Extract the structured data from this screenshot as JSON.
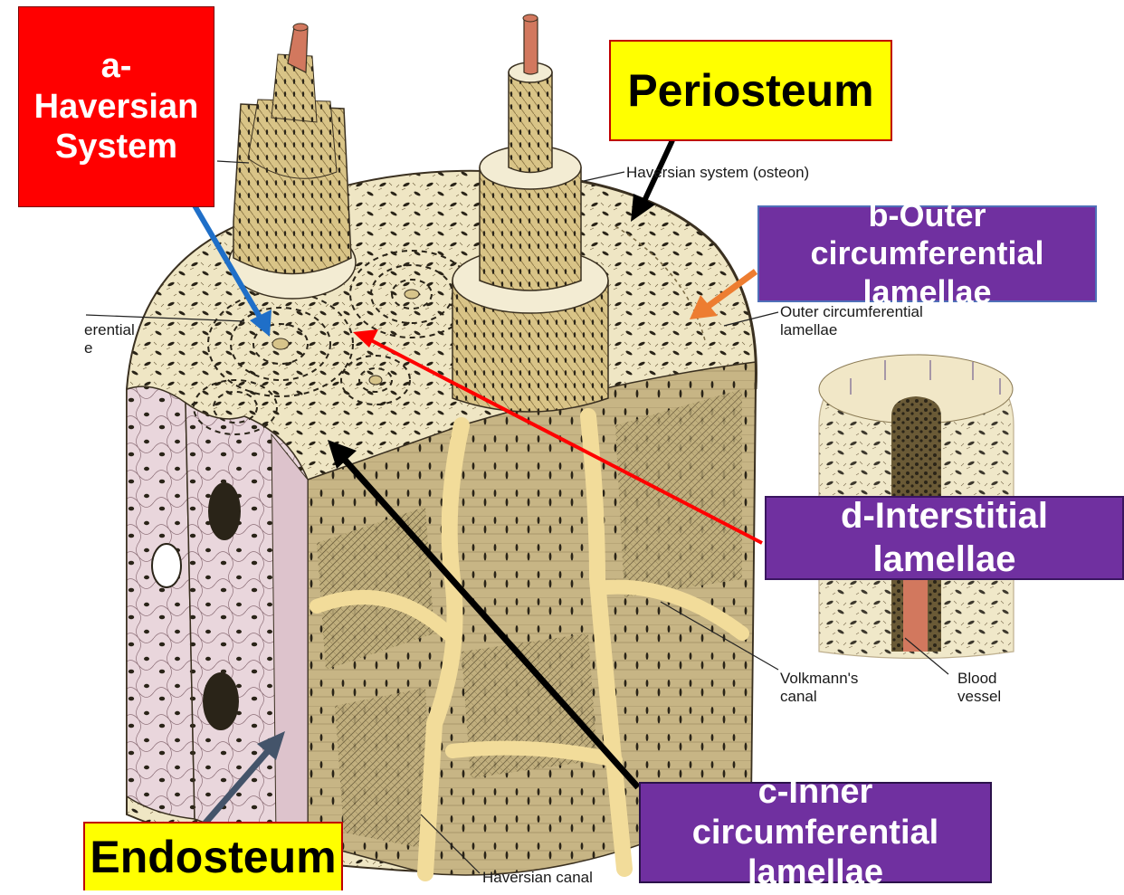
{
  "callouts": {
    "haversian": {
      "line1": "a-Haversian",
      "line2": "System",
      "bg": "#ff0000",
      "fg": "#ffffff"
    },
    "periosteum": {
      "text": "Periosteum",
      "bg": "#ffff00",
      "fg": "#000000"
    },
    "outer": {
      "line1": "b-Outer circumferential",
      "line2": "lamellae",
      "bg": "#7030a0",
      "fg": "#ffffff"
    },
    "interstitial": {
      "text": "d-Interstitial lamellae",
      "bg": "#7030a0",
      "fg": "#ffffff"
    },
    "inner": {
      "line1": "c-Inner circumferential",
      "line2": "lamellae",
      "bg": "#7030a0",
      "fg": "#ffffff"
    },
    "endosteum": {
      "text": "Endosteum",
      "bg": "#ffff00",
      "fg": "#000000"
    }
  },
  "figure_labels": {
    "osteon": "Haversian system (osteon)",
    "outer_line1": "Outer circumferential",
    "outer_line2": "lamellae",
    "left_line1": "erential",
    "left_line2": "e",
    "volkmann_line1": "Volkmann's",
    "volkmann_line2": "canal",
    "blood_line1": "Blood",
    "blood_line2": "vessel",
    "haversian_canal": "Haversian canal"
  },
  "arrow_colors": {
    "haversian": "#1f6fc8",
    "periosteum": "#000000",
    "outer": "#ed7d31",
    "interstitial": "#ff0000",
    "inner": "#000000",
    "endosteum": "#44546a"
  },
  "tissue_colors": {
    "bone": "#efe6c4",
    "lamella": "#e6d398",
    "canal": "#f2dc9a",
    "vessel": "#d2785e",
    "endosteum": "#e9d6dc",
    "lacuna": "#2a2418"
  }
}
